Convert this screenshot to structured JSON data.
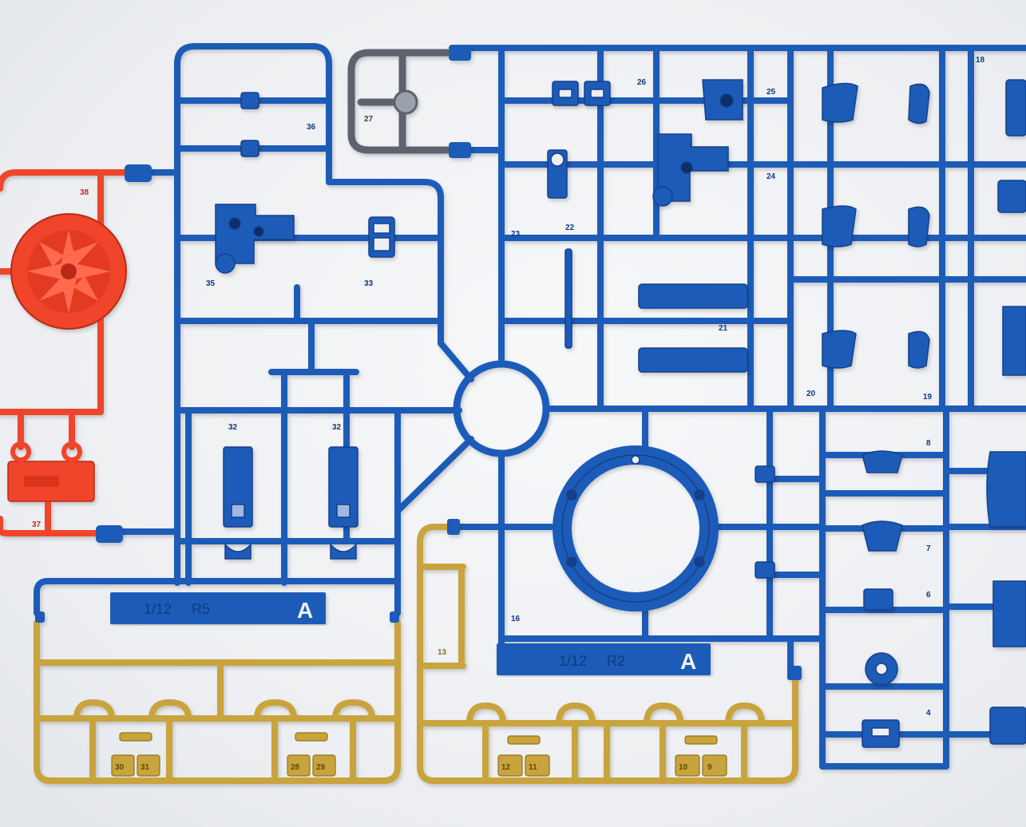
{
  "photo": {
    "subject": "plastic model kit runners (sprues)",
    "colors": {
      "blue": "#1e5bb8",
      "blue_dark": "#123f8a",
      "red": "#f0452c",
      "red_dark": "#b82c19",
      "gold": "#c9a43c",
      "gold_dark": "#8e7220",
      "gray": "#5c636c",
      "background": "#eceef1"
    }
  },
  "tags": {
    "left": {
      "letter": "A",
      "scale": "1/12",
      "code": "R5"
    },
    "right": {
      "letter": "A",
      "scale": "1/12",
      "code": "R2"
    }
  },
  "part_numbers": {
    "red_top": "38",
    "red_bottom": "37",
    "left_pair_a": "32",
    "left_pair_b": "32",
    "left_mid_a": "33",
    "left_mid_b": "35",
    "left_top": "36",
    "gray": "27",
    "center_top": "26",
    "center_right": "25",
    "upper_small": "22",
    "mid_small_a": "23",
    "mid_small_b": "24",
    "right_col_a": "20",
    "right_col_b": "21",
    "right_col_c": "19",
    "right_edge_top": "18",
    "right_lower_a": "8",
    "right_lower_b": "7",
    "right_lower_c": "6",
    "right_lower_d": "4",
    "gold_left": "13",
    "gold_right": "16",
    "gold_bottom_a": "12",
    "gold_bottom_b": "11",
    "gold_bottom_c": "10",
    "gold_bottom_d": "9",
    "gold_bottom_e": "30",
    "gold_bottom_f": "31",
    "gold_bottom_g": "28",
    "gold_bottom_h": "29"
  }
}
